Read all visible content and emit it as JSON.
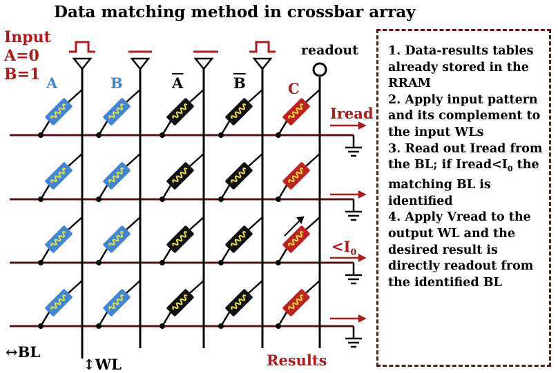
{
  "title": "Data matching method in crossbar array",
  "input_legend": {
    "heading": "Input",
    "a_value": "A=0",
    "b_value": "B=1"
  },
  "column_labels": {
    "a": "A",
    "b": "B",
    "a_bar": "A",
    "b_bar": "B",
    "c": "C"
  },
  "readout_label": "readout",
  "iread_label": "Iread",
  "threshold_label_prefix": "<I",
  "threshold_label_sub": "0",
  "bl_label": "↔BL",
  "wl_label": "↕WL",
  "results_label": "Results",
  "steps": [
    {
      "text": "1. Data-results tables already stored in the RRAM"
    },
    {
      "text": "2. Apply input pattern and its complement to the input WLs"
    },
    {
      "text_pre": "3. Read out Iread from the BL; if Iread<I",
      "text_sub": "0",
      "text_post": " the matching BL is identified"
    },
    {
      "text": "4. Apply Vread to the output WL and the desired result is directly readout from the identified BL"
    }
  ],
  "colors": {
    "title": "#000000",
    "accent_red": "#b01a1a",
    "cell_blue": "#3f86d6",
    "cell_black": "#111111",
    "cell_red": "#c0201e",
    "cell_yellow": "#e9e23a",
    "bl_line": "#5a1010"
  }
}
